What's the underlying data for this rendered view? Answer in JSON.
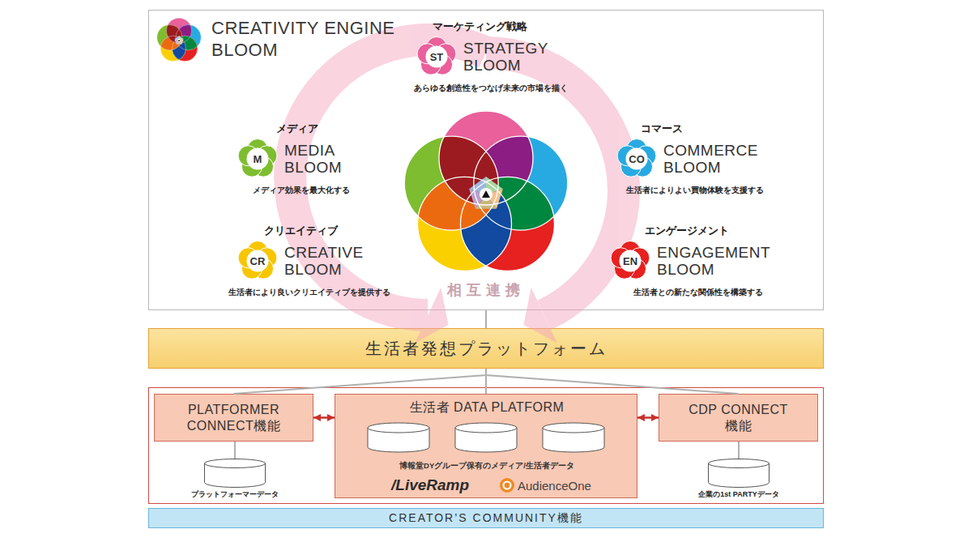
{
  "diagram": {
    "nodes": [
      {
        "text": [
          "CREATIVITY ENGINE BLOOM"
        ]
      },
      {
        "text": [
          "マーケティング戦略",
          "ST",
          "STRATEGY BLOOM",
          "あらゆる創造性をつなげ未来の市場を描く"
        ],
        "in": 0
      },
      {
        "text": [
          "メディア",
          "M",
          "MEDIA BLOOM",
          "メディア効果を最大化する"
        ],
        "in": 0
      },
      {
        "text": [
          "コマース",
          "CO",
          "COMMERCE BLOOM",
          "生活者によりよい買物体験を支援する"
        ],
        "in": 0
      },
      {
        "text": [
          "クリエイティブ",
          "CR",
          "CREATIVE BLOOM",
          "生活者により良いクリエイティブを提供する"
        ],
        "in": 0
      },
      {
        "text": [
          "エンゲージメント",
          "EN",
          "ENGAGEMENT BLOOM",
          "生活者との新たな関係性を構築する"
        ],
        "in": 0
      },
      {
        "text": [
          "生活者発想プラットフォーム"
        ]
      },
      {
        "text": [
          "PLATFORMER CONNECT機能"
        ]
      },
      {
        "text": [
          "生活者 DATA PLATFORM",
          "博報堂DYグループ保有のメディア/生活者データ",
          "/LiveRamp",
          "AudienceOne"
        ]
      },
      {
        "text": [
          "CDP CONNECT機能"
        ]
      },
      {
        "text": [
          "プラットフォーマーデータ"
        ]
      },
      {
        "text": [
          "企業の1st PARTYデータ"
        ]
      },
      {
        "text": [
          "CREATOR’S COMMUNITY機能"
        ]
      }
    ],
    "edges": [
      {
        "from": 0,
        "to": 6,
        "arrow": "none"
      },
      {
        "from": 6,
        "to": 7,
        "arrow": "none"
      },
      {
        "from": 6,
        "to": 8,
        "arrow": "none"
      },
      {
        "from": 6,
        "to": 9,
        "arrow": "none"
      },
      {
        "from": 7,
        "to": 8,
        "arrow": "both"
      },
      {
        "from": 8,
        "to": 9,
        "arrow": "both"
      },
      {
        "from": 7,
        "to": 10,
        "arrow": "none"
      },
      {
        "from": 9,
        "to": 11,
        "arrow": "none"
      }
    ],
    "labels": [
      "相互連携"
    ]
  }
}
